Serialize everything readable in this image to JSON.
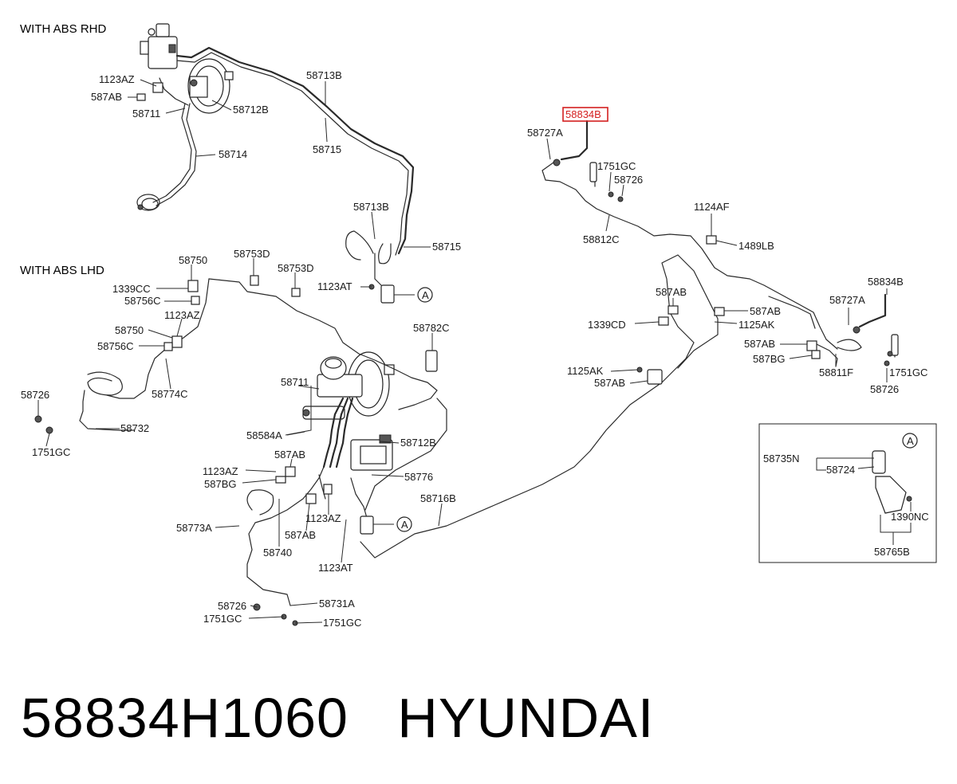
{
  "sections": {
    "rhd": "WITH ABS  RHD",
    "lhd": "WITH ABS  LHD"
  },
  "highlight": {
    "part_number": "58834B",
    "color": "#d42020"
  },
  "callout_marker": "A",
  "labels": {
    "rhd": {
      "p1123AZ": "1123AZ",
      "p587AB": "587AB",
      "p58711": "58711",
      "p58712B": "58712B",
      "p58713B_top": "58713B",
      "p58715_top": "58715",
      "p58714": "58714",
      "p58713B_mid": "58713B",
      "p58715_mid": "58715",
      "p1123AT": "1123AT"
    },
    "lhd": {
      "p58750_a": "58750",
      "p58753D_a": "58753D",
      "p58753D_b": "58753D",
      "p1339CC": "1339CC",
      "p58756C_a": "58756C",
      "p1123AZ_a": "1123AZ",
      "p58750_b": "58750",
      "p58756C_b": "58756C",
      "p58774C": "58774C",
      "p58726_left": "58726",
      "p58732": "58732",
      "p1751GC_left": "1751GC",
      "p58782C": "58782C",
      "p58711": "58711",
      "p58584A": "58584A",
      "p58712B": "58712B",
      "p587AB_a": "587AB",
      "p1123AZ_b": "1123AZ",
      "p587BG": "587BG",
      "p58776": "58776",
      "p58716B": "58716B",
      "p58773A": "58773A",
      "p1123AZ_c": "1123AZ",
      "p587AB_b": "587AB",
      "p58740": "58740",
      "p1123AT": "1123AT",
      "p58726_bottom": "58726",
      "p58731A": "58731A",
      "p1751GC_b1": "1751GC",
      "p1751GC_b2": "1751GC"
    },
    "rear": {
      "p58834B_top": "58834B",
      "p58727A_top": "58727A",
      "p1751GC_top": "1751GC",
      "p58726_top": "58726",
      "p58812C": "58812C",
      "p1124AF": "1124AF",
      "p1489LB": "1489LB",
      "p58834B_right": "58834B",
      "p58727A_right": "58727A",
      "p587AB_a": "587AB",
      "p587AB_b": "587AB",
      "p1125AK_a": "1125AK",
      "p1339CD": "1339CD",
      "p587AB_c": "587AB",
      "p587BG": "587BG",
      "p58811F": "58811F",
      "p1751GC_right": "1751GC",
      "p58726_right": "58726",
      "p1125AK_b": "1125AK",
      "p587AB_d": "587AB"
    },
    "inset": {
      "p58735N": "58735N",
      "p58724": "58724",
      "p1390NC": "1390NC",
      "p58765B": "58765B"
    }
  },
  "caption": {
    "part_number": "58834H1060",
    "brand": "HYUNDAI"
  }
}
